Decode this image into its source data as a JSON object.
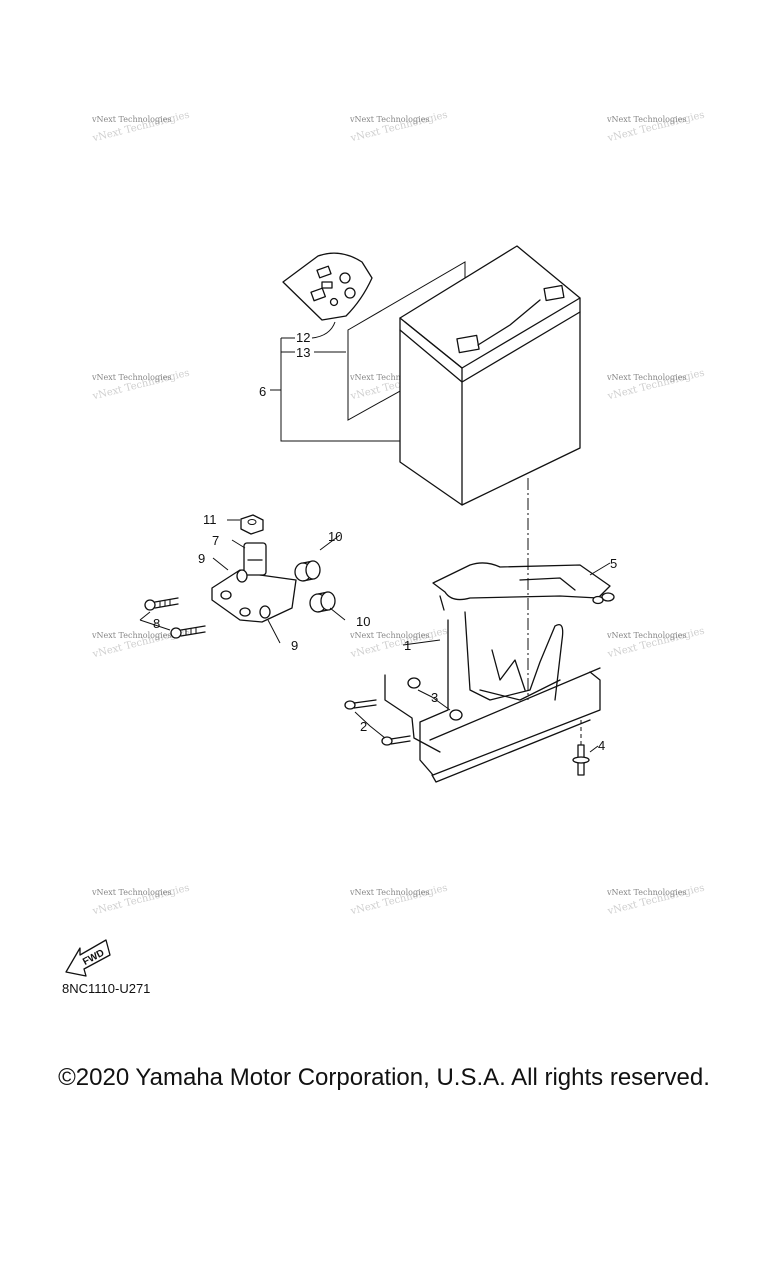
{
  "watermark": {
    "text": "vNext Technologies"
  },
  "callouts": [
    "1",
    "2",
    "3",
    "4",
    "5",
    "6",
    "7",
    "8",
    "9",
    "9",
    "10",
    "10",
    "11",
    "12",
    "13"
  ],
  "fwd_label": "FWD",
  "diagram_code": "8NC1110-U271",
  "copyright": "©2020 Yamaha Motor Corporation, U.S.A. All rights reserved."
}
